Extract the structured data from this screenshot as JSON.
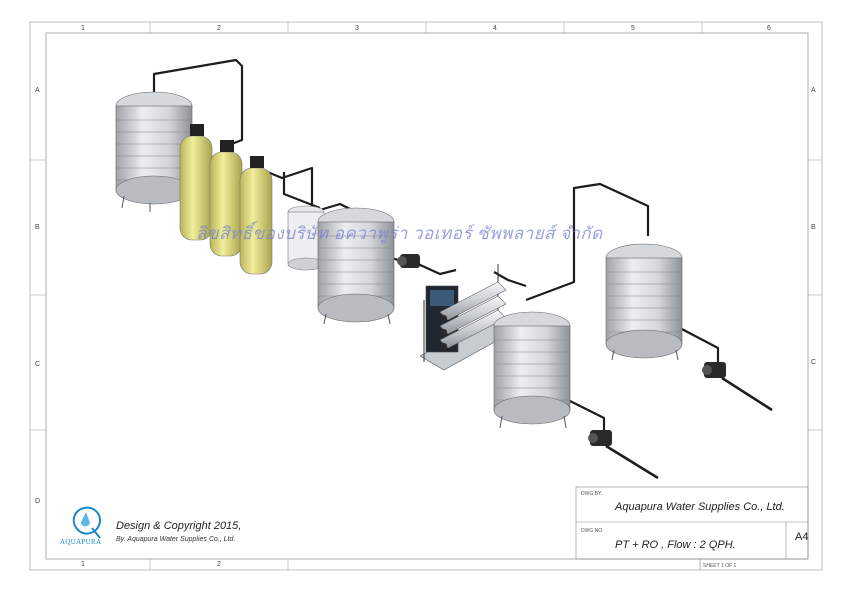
{
  "drawing": {
    "column_labels": [
      "1",
      "2",
      "3",
      "4",
      "5",
      "6"
    ],
    "bottom_column_labels": [
      "1",
      "2"
    ],
    "row_labels": [
      "A",
      "B",
      "C",
      "D"
    ],
    "watermark": "ลิขสิทธิ์ของบริษัท อควาพูร่า วอเทอร์ ซัพพลายส์ จำกัด"
  },
  "title_block": {
    "drawn_by_label": "DWG BY.",
    "company": "Aquapura Water Supplies Co., Ltd.",
    "dwg_no_label": "DWG NO.",
    "title": "PT + RO , Flow : 2 QPH.",
    "size": "A4",
    "sheet": "SHEET 1 OF 1"
  },
  "copyright": {
    "line1": "Design & Copyright 2015,",
    "line2": "By. Aquapura Water Supplies Co., Ltd.",
    "logo_text": "AQUAPURA"
  },
  "colors": {
    "tank": "#e2e4e6",
    "tank_shade": "#a9adb1",
    "filter": "#e8e48a",
    "pipe": "#1d1d1d",
    "logo": "#1a87c8",
    "watermark": "#7882d2"
  }
}
